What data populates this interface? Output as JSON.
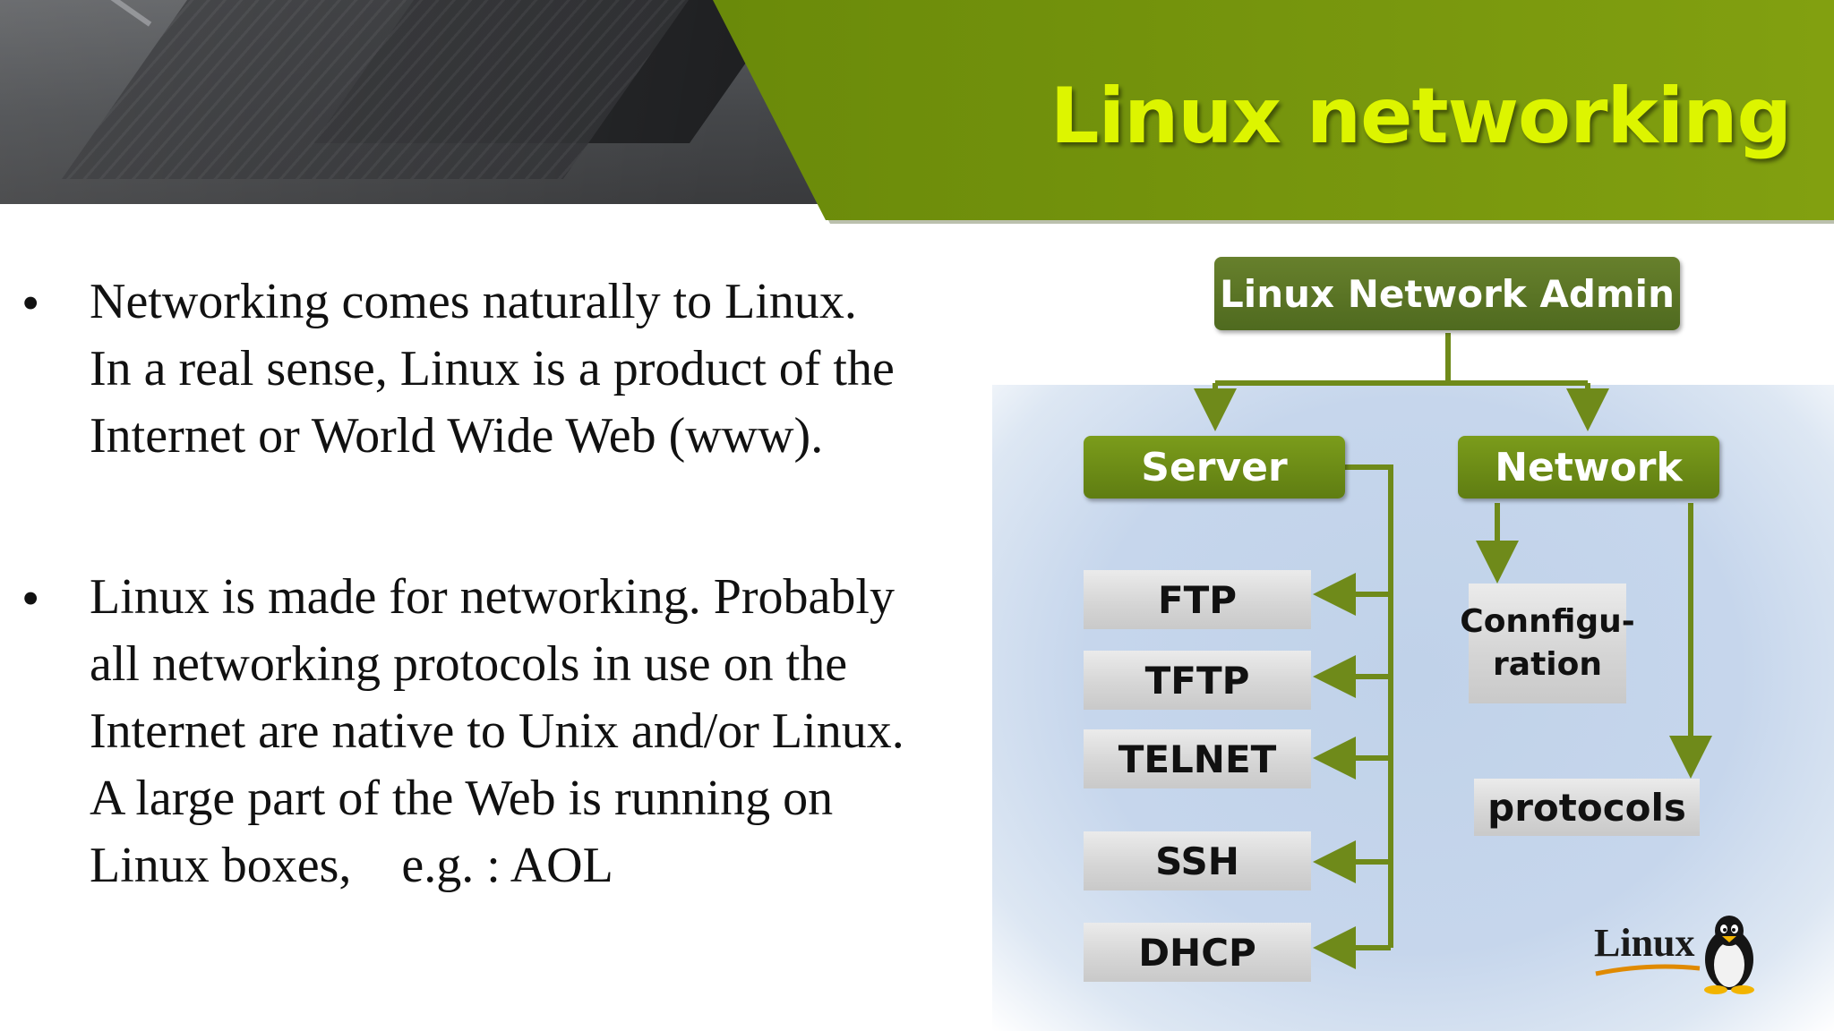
{
  "slide": {
    "title": "Linux networking",
    "bullets": [
      {
        "symbol": "•",
        "lines": [
          "Networking comes naturally to Linux.",
          "In a real sense, Linux is a product of the",
          "Internet or World Wide Web (www)."
        ]
      },
      {
        "symbol": "•",
        "lines": [
          "Linux is made for networking. Probably",
          "all networking protocols in use on the",
          "Internet are native to Unix and/or Linux.",
          "A large part of the Web is running on",
          "Linux boxes,    e.g. : AOL"
        ]
      }
    ]
  },
  "diagram": {
    "root": "Linux Network Admin",
    "server": {
      "label": "Server",
      "items": [
        "FTP",
        "TFTP",
        "TELNET",
        "SSH",
        "DHCP"
      ]
    },
    "network": {
      "label": "Network",
      "config_line1": "Connfigu-",
      "config_line2": "ration",
      "protocols": "protocols"
    },
    "logo_text": "Linux"
  },
  "colors": {
    "title": "#ddf500",
    "banner": "#7a9a0c",
    "connector": "#6f8a1a",
    "panel": "#c6d6ec"
  },
  "icons": [
    "laptop-photo",
    "tux-penguin-icon"
  ]
}
